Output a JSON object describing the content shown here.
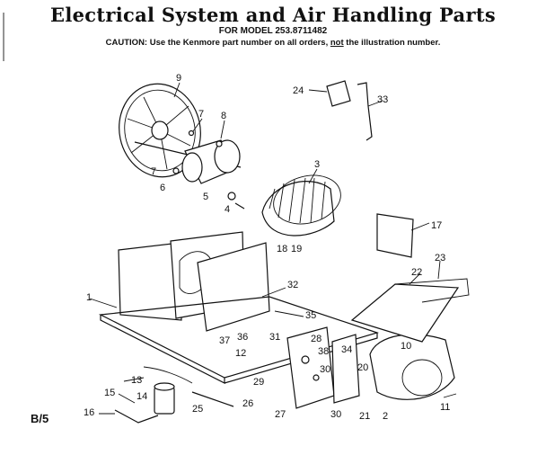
{
  "header": {
    "title": "Electrical System and Air Handling Parts",
    "model": "FOR MODEL 253.8711482",
    "caution_prefix": "CAUTION: Use the Kenmore part number on all orders,",
    "caution_not": "not",
    "caution_suffix": "the illustration number."
  },
  "page_ref": "B/5",
  "callouts": [
    "1",
    "2",
    "3",
    "4",
    "5",
    "6",
    "7",
    "8",
    "9",
    "10",
    "11",
    "12",
    "13",
    "14",
    "15",
    "16",
    "17",
    "18",
    "19",
    "20",
    "21",
    "21",
    "22",
    "23",
    "24",
    "25",
    "26",
    "27",
    "28",
    "29",
    "30",
    "30",
    "31",
    "32",
    "33",
    "34",
    "35",
    "36",
    "37",
    "38"
  ],
  "colors": {
    "ink": "#111111",
    "paper": "#ffffff"
  }
}
